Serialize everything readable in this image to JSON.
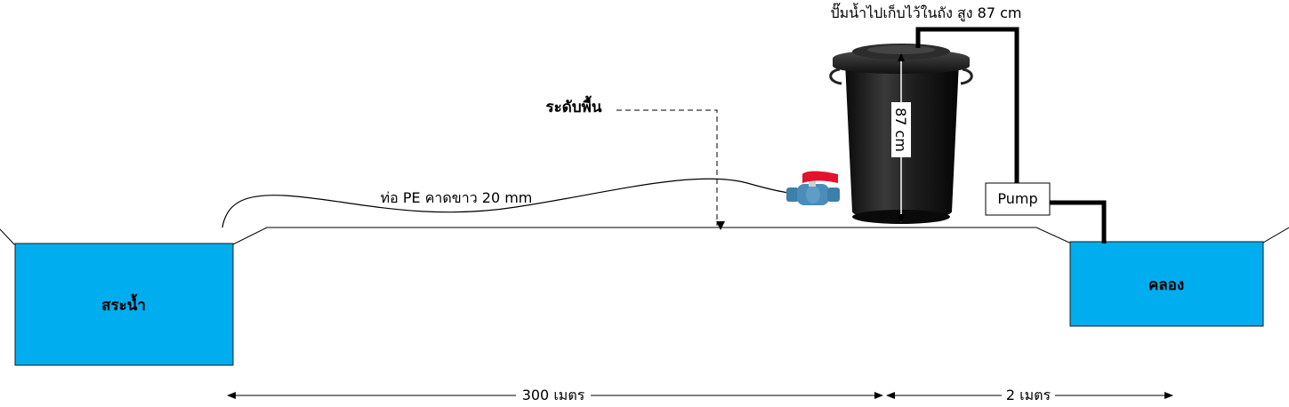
{
  "labels": {
    "title": "ปั๊มน้ำไปเก็บไว้ในถัง สูง 87 cm",
    "ground_level": "ระดับพื้น",
    "pipe": "ท่อ PE คาดขาว 20 mm",
    "tank_height": "87 cm",
    "pump": "Pump",
    "pond": "สระน้ำ",
    "canal": "คลอง",
    "distance_1": "300 เมตร",
    "distance_2": "2 เมตร"
  },
  "colors": {
    "water": "#00AEEF",
    "tank": "#1a1a1a",
    "valve_handle": "#E3122D",
    "valve_body": "#3C7FA8",
    "line": "#000000"
  }
}
